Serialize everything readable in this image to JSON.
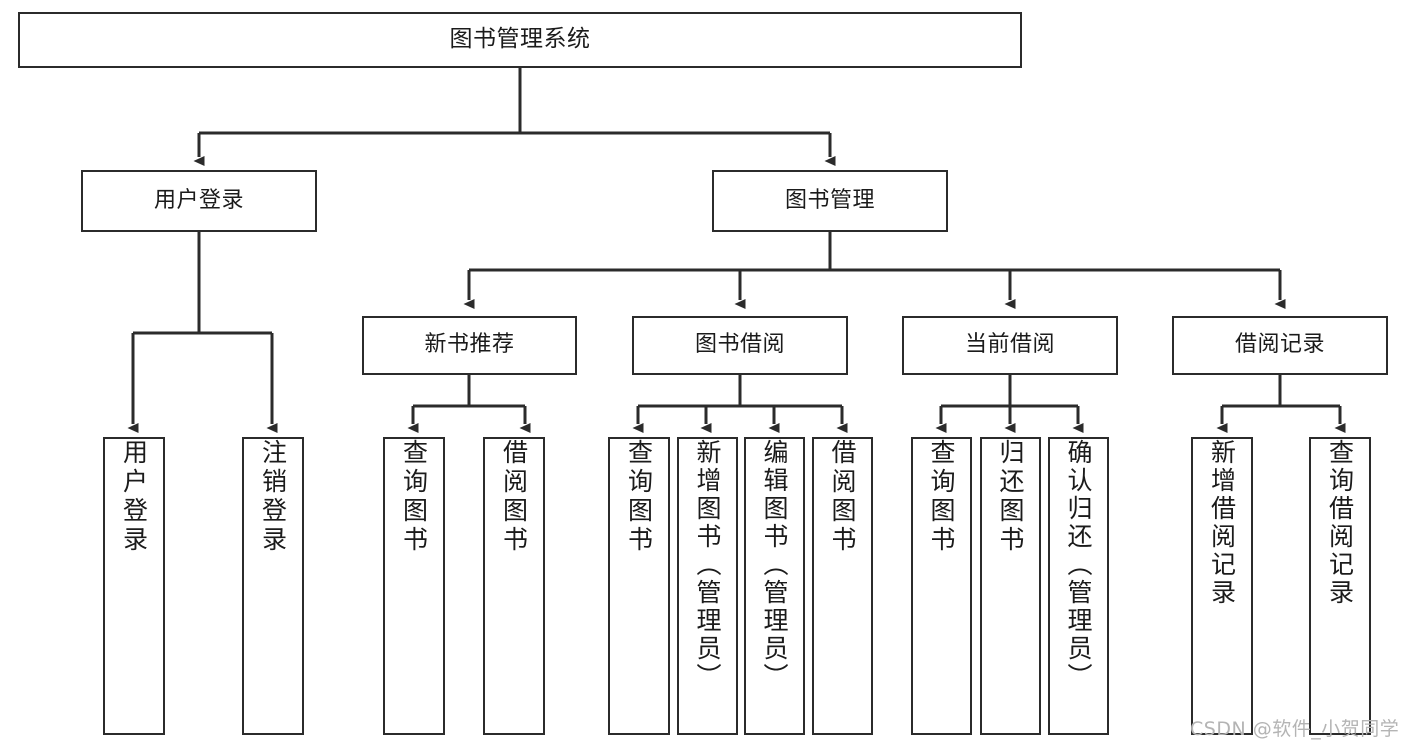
{
  "diagram": {
    "title": "图书管理系统",
    "type": "tree-hierarchy-diagram",
    "accent_color": "#2b2b2b",
    "background_color": "#ffffff",
    "levels": {
      "root": {
        "label": "图书管理系统"
      },
      "level1": [
        {
          "label": "用户登录"
        },
        {
          "label": "图书管理"
        }
      ],
      "level2": [
        {
          "label": "新书推荐"
        },
        {
          "label": "图书借阅"
        },
        {
          "label": "当前借阅"
        },
        {
          "label": "借阅记录"
        }
      ],
      "leaves": {
        "user_login": [
          {
            "label": "用户登录"
          },
          {
            "label": "注销登录"
          }
        ],
        "new_book_recommend": [
          {
            "label": "查询图书"
          },
          {
            "label": "借阅图书"
          }
        ],
        "book_borrow": [
          {
            "label": "查询图书"
          },
          {
            "label": "新增图书（管理员）"
          },
          {
            "label": "编辑图书（管理员）"
          },
          {
            "label": "借阅图书"
          }
        ],
        "current_borrow": [
          {
            "label": "查询图书"
          },
          {
            "label": "归还图书"
          },
          {
            "label": "确认归还（管理员）"
          }
        ],
        "borrow_record": [
          {
            "label": "新增借阅记录"
          },
          {
            "label": "查询借阅记录"
          }
        ]
      }
    }
  },
  "watermark": {
    "text": "CSDN @软件_小贺同学"
  }
}
